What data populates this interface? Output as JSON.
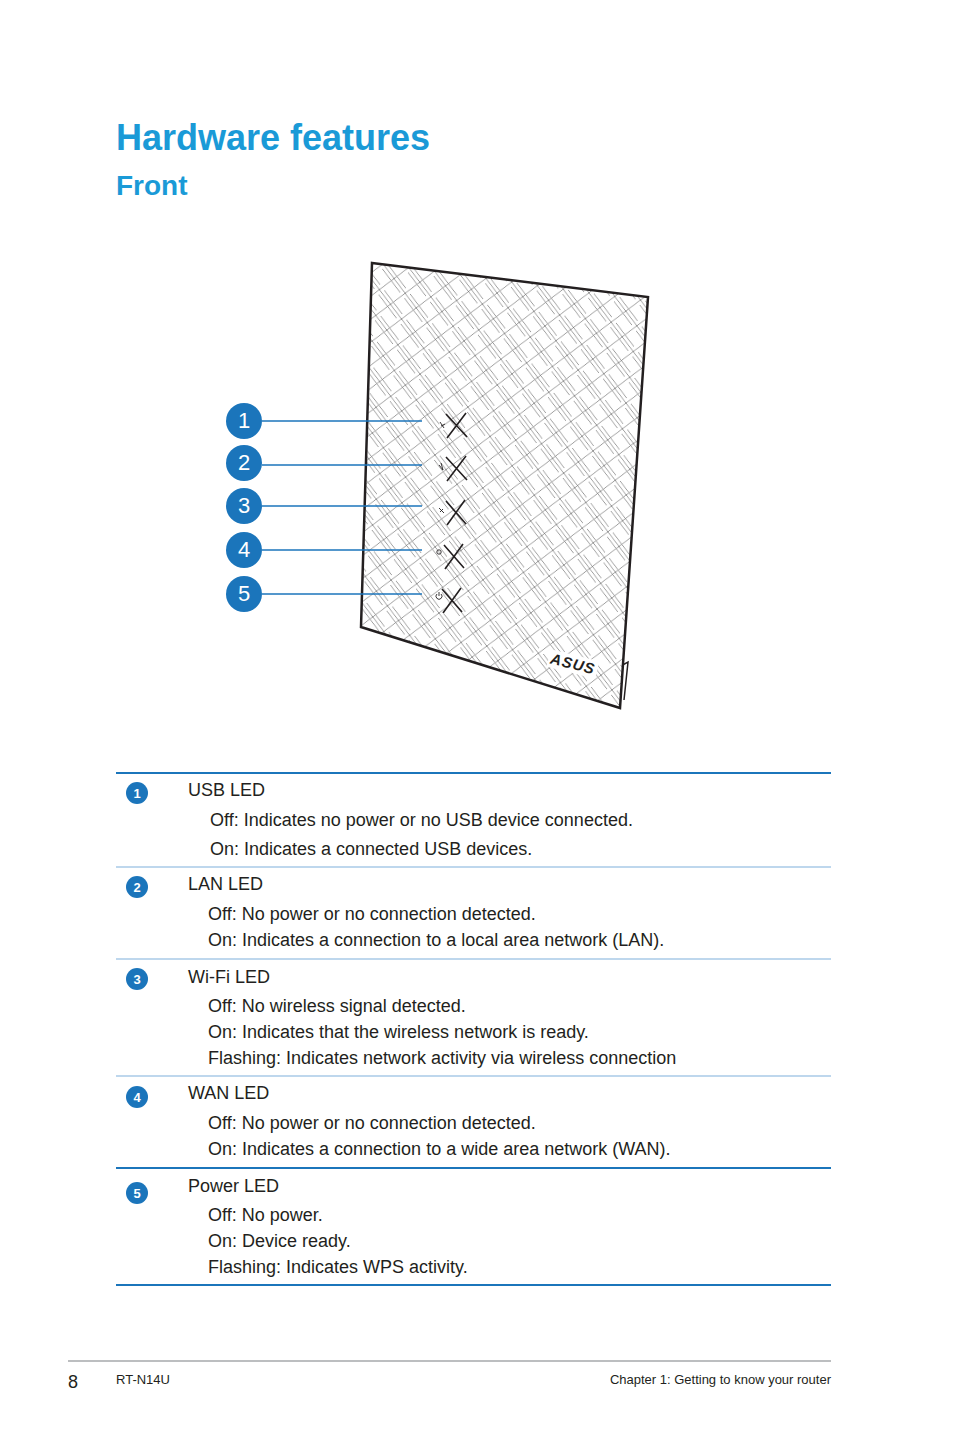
{
  "diagram": {
    "title": "Hardware features",
    "nodes": [
      {
        "text": [
          "1"
        ]
      },
      {
        "text": [
          "2"
        ]
      },
      {
        "text": [
          "3"
        ]
      },
      {
        "text": [
          "4"
        ]
      },
      {
        "text": [
          "5"
        ]
      },
      {
        "text": [
          "1"
        ]
      },
      {
        "text": [
          "2"
        ]
      },
      {
        "text": [
          "3"
        ]
      },
      {
        "text": [
          "4"
        ]
      },
      {
        "text": [
          "5"
        ]
      }
    ],
    "labels": [
      "Front",
      "ASUS",
      "USB LED",
      "Off: Indicates no power or no USB device connected.",
      "On: Indicates a connected USB devices.",
      "LAN LED",
      "Off: No power or no connection detected.",
      "On: Indicates a connection to a local area network (LAN).",
      "Wi-Fi LED",
      "Off: No wireless signal detected.",
      "On: Indicates that the wireless network is ready.",
      "Flashing: Indicates network activity via wireless connection",
      "WAN LED",
      "Off: No power or no connection detected.",
      "On: Indicates a connection to a wide area network (WAN).",
      "Power LED",
      "Off: No power.",
      "On: Device ready.",
      "Flashing: Indicates WPS activity.",
      "8",
      "RT-N14U",
      "Chapter 1: Getting to know your router"
    ]
  }
}
